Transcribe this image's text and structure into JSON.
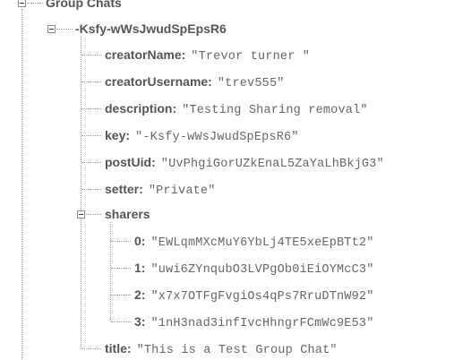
{
  "tree": {
    "root": {
      "label": "Group Chats",
      "toggle": "collapse-icon"
    },
    "chat": {
      "label": "-Ksfy-wWsJwudSpEpsR6",
      "toggle": "collapse-icon",
      "fields": [
        {
          "key": "creatorName",
          "value": "\"Trevor turner \""
        },
        {
          "key": "creatorUsername",
          "value": "\"trev555\""
        },
        {
          "key": "description",
          "value": "\"Testing Sharing removal\""
        },
        {
          "key": "key",
          "value": "\"-Ksfy-wWsJwudSpEpsR6\""
        },
        {
          "key": "postUid",
          "value": "\"UvPhgiGorUZkEnaL5ZaYaLhBkjG3\""
        },
        {
          "key": "setter",
          "value": "\"Private\""
        }
      ],
      "sharers": {
        "label": "sharers",
        "toggle": "collapse-icon",
        "items": [
          {
            "key": "0",
            "value": "\"EWLqmMXcMuY6YbLj4TE5xeEpBTt2\""
          },
          {
            "key": "1",
            "value": "\"uwi6ZYnqubO3LVPgOb0iEiOYMcC3\""
          },
          {
            "key": "2",
            "value": "\"x7x7OTFgFvgiOs4qPs7RruDTnW92\""
          },
          {
            "key": "3",
            "value": "\"1nH3nad3infIvcHhngrFCmWc9E53\""
          }
        ]
      },
      "title": {
        "key": "title",
        "value": "\"This is a Test Group Chat\""
      }
    }
  },
  "colors": {
    "key": "#555555",
    "value": "#666666",
    "connector": "#9a9a9a"
  }
}
